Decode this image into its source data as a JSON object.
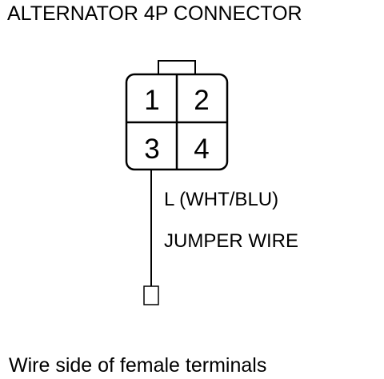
{
  "title": "ALTERNATOR 4P CONNECTOR",
  "connector": {
    "pins": [
      "1",
      "2",
      "3",
      "4"
    ]
  },
  "wire_label": "L (WHT/BLU)",
  "jumper_label": "JUMPER WIRE",
  "caption": "Wire side of female terminals"
}
